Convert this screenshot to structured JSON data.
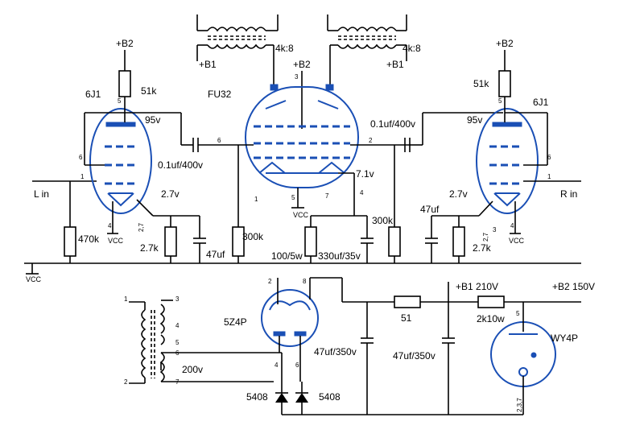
{
  "labels": {
    "b2": "+B2",
    "b1": "+B1",
    "tube_input": "6J1",
    "tube_output": "FU32",
    "tube_rect": "5Z4P",
    "tube_reg": "WY4P",
    "transformer_ratio": "4k:8",
    "r_plate": "51k",
    "plate_voltage": "95v",
    "coupling_cap": "0.1uf/400v",
    "cathode_voltage": "2.7v",
    "r_cathode": "2.7k",
    "r_input": "470k",
    "cap_cathode": "47uf",
    "r_grid": "300k",
    "out_cathode_voltage": "7.1v",
    "r_out_cathode": "100/5w",
    "c_out_cathode": "330uf/35v",
    "l_in": "L in",
    "r_in": "R in",
    "vcc": "VCC",
    "ps_b1": "+B1 210V",
    "ps_b2": "+B2 150V",
    "r_filter1": "51",
    "r_filter2": "2k10w",
    "c_filter1": "47uf/350v",
    "c_filter2": "47uf/350v",
    "secondary_voltage": "200v",
    "diode1": "5408",
    "diode2": "5408",
    "reg_pins": "2,3,7"
  },
  "pins": [
    "1",
    "2",
    "3",
    "4",
    "5",
    "6",
    "7",
    "8"
  ]
}
